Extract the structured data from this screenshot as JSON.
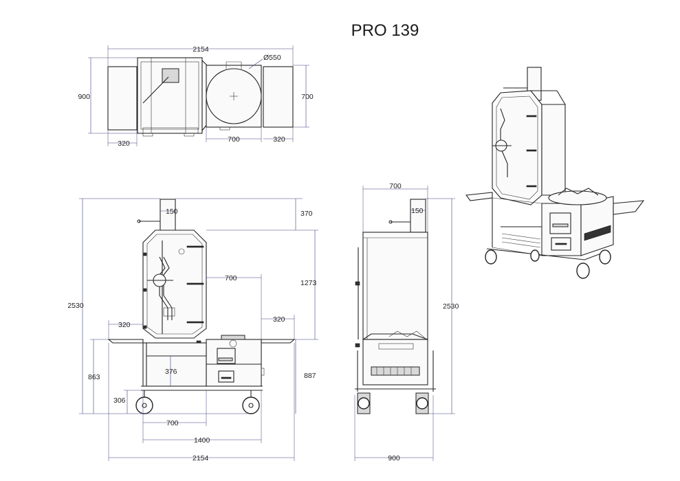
{
  "title": "PRO 139",
  "top_view": {
    "overall_width": "2154",
    "depth": "900",
    "right_depth": "700",
    "grate_diameter": "Ø550",
    "left_shelf": "320",
    "firebox_width": "700",
    "right_shelf": "320"
  },
  "front_view": {
    "overall_height": "2530",
    "chimney_width": "150",
    "chimney_height": "370",
    "upper_width": "700",
    "cabinet_height": "1273",
    "left_shelf": "320",
    "right_shelf": "320",
    "work_height": "863",
    "opening_height": "376",
    "right_height": "887",
    "wheel_height": "306",
    "bottom_width_1": "700",
    "bottom_width_2": "1400",
    "overall_width": "2154"
  },
  "side_view": {
    "top_width": "700",
    "chimney_width": "150",
    "overall_height": "2530",
    "bottom_width": "900"
  }
}
